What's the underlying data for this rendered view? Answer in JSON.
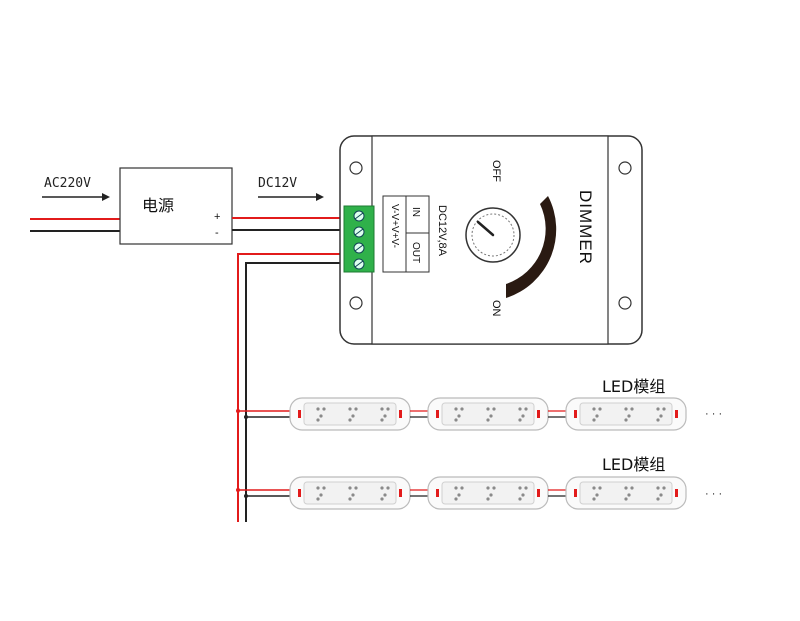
{
  "labels": {
    "ac_input": "AC220V",
    "power_supply": "电源",
    "plus": "+",
    "minus": "-",
    "dc_output": "DC12V",
    "dimmer_title": "DIMMER",
    "off": "OFF",
    "on": "ON",
    "rating": "DC12V,8A",
    "in": "IN",
    "out": "OUT",
    "terminals": "V-V+V+V-",
    "led_row_1": "LED模组",
    "led_row_2": "LED模组",
    "dots": "· · ·"
  },
  "colors": {
    "positive_wire": "#e21b1b",
    "negative_wire": "#222222",
    "terminal_block": "#2fb14a",
    "knob_arc": "#2a1a12"
  }
}
